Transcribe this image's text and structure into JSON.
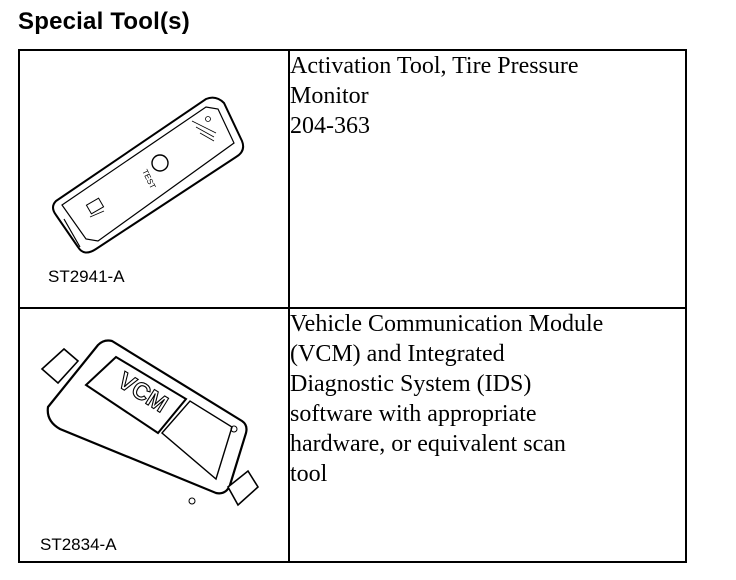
{
  "heading": "Special Tool(s)",
  "tools": [
    {
      "image_code": "ST2941-A",
      "image_text": "TEST",
      "description_lines": [
        "Activation Tool, Tire Pressure",
        "Monitor",
        "204-363"
      ]
    },
    {
      "image_code": "ST2834-A",
      "image_text": "VCM",
      "description_lines": [
        "Vehicle Communication Module",
        "(VCM) and Integrated",
        "Diagnostic System (IDS)",
        "software with appropriate",
        "hardware, or equivalent scan",
        "tool"
      ]
    }
  ]
}
